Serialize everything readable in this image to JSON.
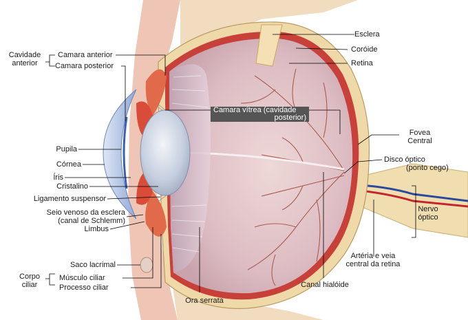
{
  "labels": {
    "esclera": "Esclera",
    "coroide": "Coróide",
    "retina": "Retina",
    "cavidade_anterior_1": "Cavidade",
    "cavidade_anterior_2": "anterior",
    "camara_anterior": "Camara anterior",
    "camara_posterior": "Camara posterior",
    "camara_vitrea_1": "Camara vítrea (cavidade",
    "camara_vitrea_2": "posterior)",
    "fovea_1": "Fovea",
    "fovea_2": "Central",
    "disco_1": "Disco óptico",
    "disco_2": "(ponto cego)",
    "pupila": "Pupila",
    "cornea": "Córnea",
    "iris": "Íris",
    "cristalino": "Cristalino",
    "ligamento": "Ligamento suspensor",
    "seio_1": "Seio venoso da esclera",
    "seio_2": "(canal de Schlemm)",
    "limbus": "Limbus",
    "nervo_1": "Nervo",
    "nervo_2": "óptico",
    "arteria_1": "Artéria e veia",
    "arteria_2": "central da retina",
    "saco": "Saco lacrimal",
    "corpo_1": "Corpo",
    "corpo_2": "ciliar",
    "musculo": "Músculo ciliar",
    "processo": "Processo ciliar",
    "canal": "Canal hialóide",
    "ora": "Ora serrata"
  },
  "colors": {
    "sclera": "#efd9a8",
    "choroid": "#c8403a",
    "retina_vessels": "#9e3a2e",
    "vitreous": "#e2c6c8",
    "lens": "#c9d4e6",
    "cornea": "#aec2e6",
    "ciliary": "#e06a4a",
    "leader": "#000000",
    "callout_bg": "#555555",
    "callout_fg": "#ffffff"
  }
}
